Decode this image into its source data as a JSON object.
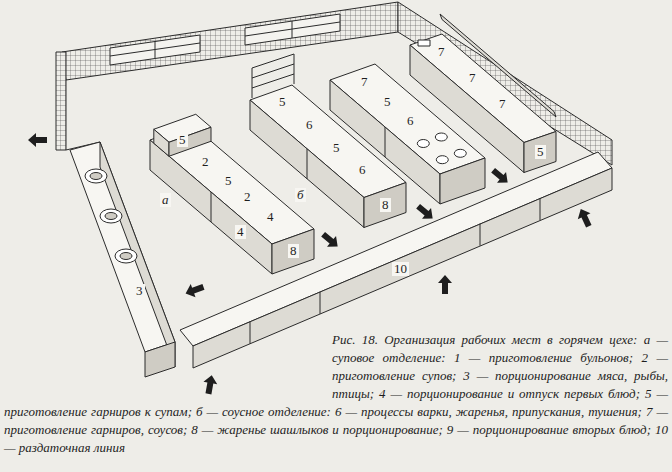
{
  "diagram": {
    "caption": "Рис. 18. Организация рабочих мест в горячем цехе: а — суповое отделение: 1 — приготовление бульонов; 2 — приготовление супов; 3 — порционирование мяса, рыбы, птицы; 4 — порционирование и отпуск первых блюд; 5 — приготовление гарниров к супам; б — соусное отделение: 6 — процессы варки, жаренья, припускания, тушения; 7 — приготовление гарниров, соусов; 8 — жаренье шашлыков и порционирование; 9 — порционирование вторых блюд; 10 — раздаточная линия",
    "labels": [
      "7",
      "7",
      "7",
      "5",
      "7",
      "5",
      "6",
      "5",
      "6",
      "5",
      "6",
      "8",
      "б",
      "5",
      "2",
      "5",
      "2",
      "4",
      "4",
      "8",
      "а",
      "3",
      "10"
    ]
  }
}
